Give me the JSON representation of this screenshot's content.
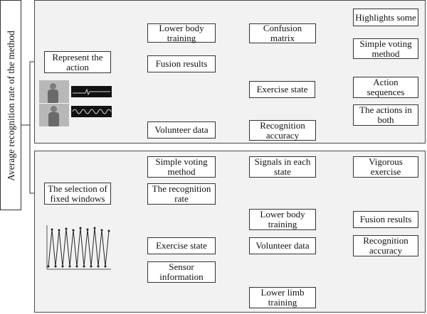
{
  "root": {
    "label": "Average recognition rate of the method"
  },
  "top": {
    "start": "Represent the\naction",
    "lower_body_training": "Lower body\ntraining",
    "fusion_results": "Fusion results",
    "volunteer_data": "Volunteer data",
    "confusion_matrix": "Confusion\nmatrix",
    "exercise_state": "Exercise state",
    "recognition_accuracy": "Recognition\naccuracy",
    "highlights_some": "Highlights some",
    "simple_voting_method": "Simple voting\nmethod",
    "action_sequences": "Action\nsequences",
    "actions_in_both": "The actions in\nboth"
  },
  "bottom": {
    "start": "The selection of\nfixed windows",
    "simple_voting_method": "Simple voting\nmethod",
    "recognition_rate": "The recognition\nrate",
    "exercise_state": "Exercise state",
    "sensor_information": "Sensor\ninformation",
    "signals_each_state": "Signals in each\nstate",
    "lower_body_training": "Lower body\ntraining",
    "volunteer_data": "Volunteer data",
    "lower_limb_training": "Lower limb\ntraining",
    "vigorous_exercise": "Vigorous\nexercise",
    "fusion_results": "Fusion results",
    "recognition_accuracy": "Recognition\naccuracy"
  },
  "colors": {
    "panel_fill": "#f2f2f2",
    "line": "#333333",
    "signal": "#222222"
  }
}
